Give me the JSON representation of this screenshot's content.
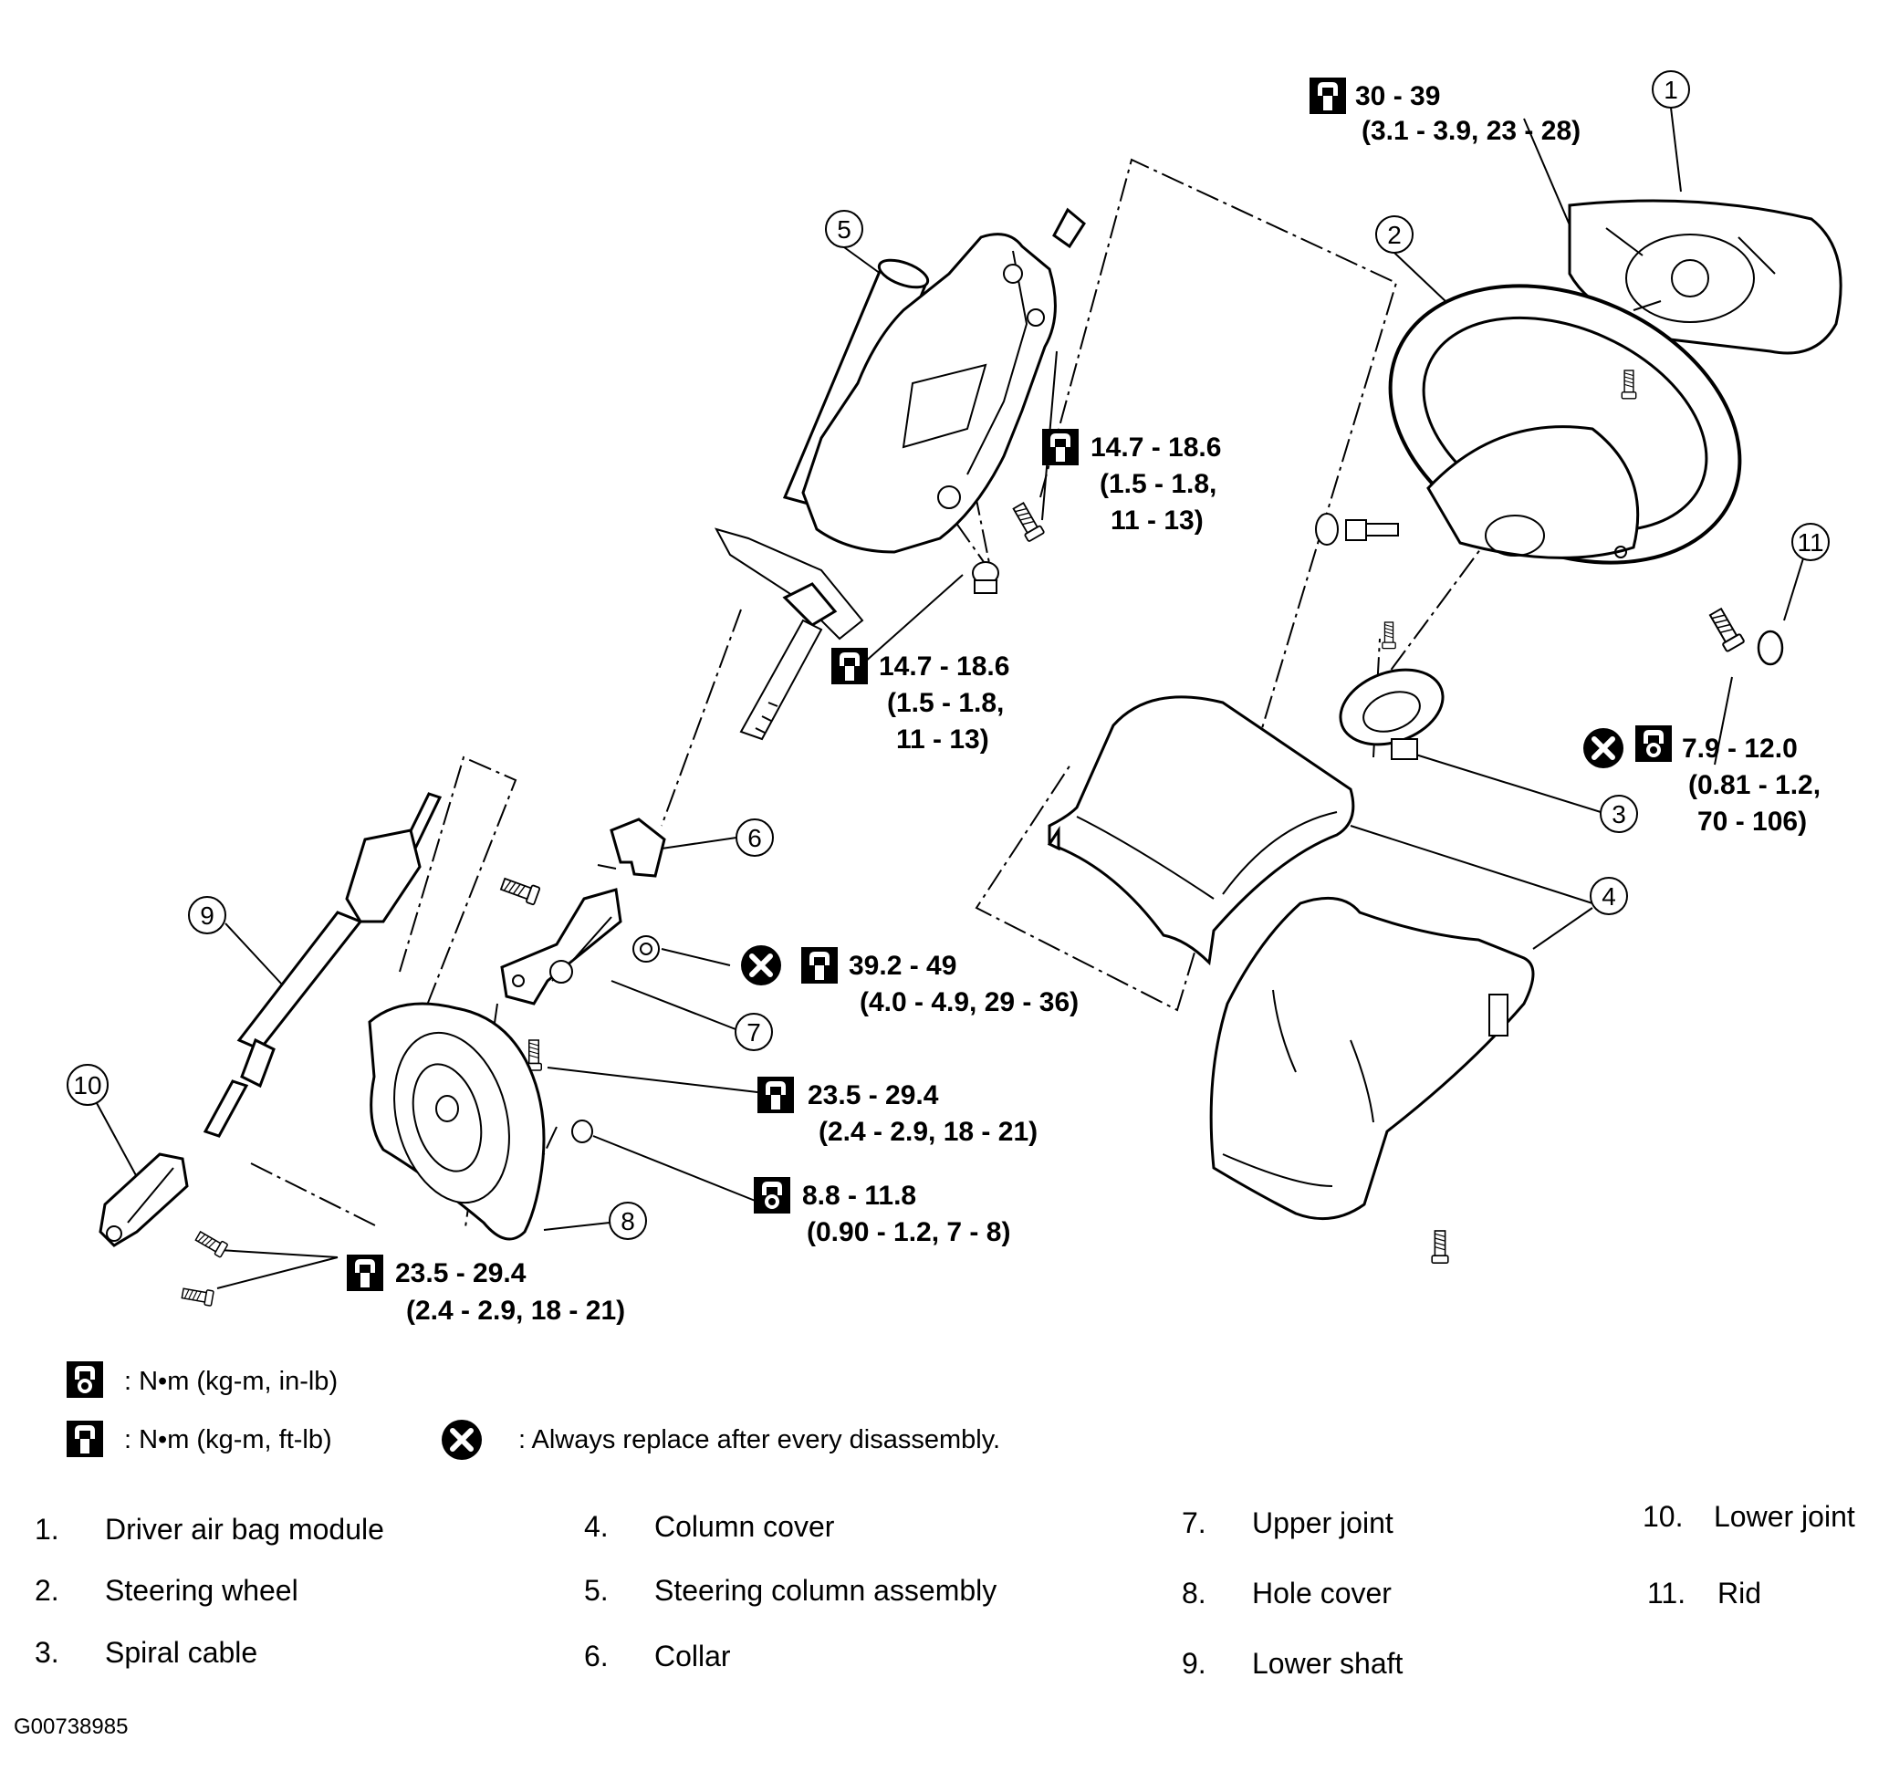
{
  "callouts": [
    "1",
    "2",
    "3",
    "4",
    "5",
    "6",
    "7",
    "8",
    "9",
    "10",
    "11"
  ],
  "torque_specs": {
    "t1": {
      "value": "30 - 39",
      "unit_line": "(3.1 - 3.9, 23 - 28)"
    },
    "t2": {
      "value": "14.7 - 18.6",
      "unit_line_1": "(1.5 - 1.8,",
      "unit_line_2": "11 - 13)"
    },
    "t3": {
      "value": "14.7 - 18.6",
      "unit_line_1": "(1.5 - 1.8,",
      "unit_line_2": "11 - 13)"
    },
    "t4": {
      "value": "7.9 - 12.0",
      "unit_line_1": "(0.81 - 1.2,",
      "unit_line_2": "70 - 106)"
    },
    "t5": {
      "value": "39.2 - 49",
      "unit_line": "(4.0 - 4.9, 29 - 36)"
    },
    "t6": {
      "value": "23.5 - 29.4",
      "unit_line": "(2.4 - 2.9, 18 - 21)"
    },
    "t7": {
      "value": "8.8 - 11.8",
      "unit_line": "(0.90 - 1.2, 7 - 8)"
    },
    "t8": {
      "value": "23.5 - 29.4",
      "unit_line": "(2.4 - 2.9, 18 - 21)"
    }
  },
  "legend": {
    "inlb": ": N•m  (kg-m,  in-lb)",
    "ftlb": ": N•m  (kg-m,  ft-lb)",
    "replace": ": Always replace after every disassembly."
  },
  "parts": [
    {
      "num": "1.",
      "name": "Driver air bag module"
    },
    {
      "num": "2.",
      "name": "Steering wheel"
    },
    {
      "num": "3.",
      "name": "Spiral cable"
    },
    {
      "num": "4.",
      "name": "Column cover"
    },
    {
      "num": "5.",
      "name": "Steering column assembly"
    },
    {
      "num": "6.",
      "name": "Collar"
    },
    {
      "num": "7.",
      "name": "Upper joint"
    },
    {
      "num": "8.",
      "name": "Hole cover"
    },
    {
      "num": "9.",
      "name": "Lower shaft"
    },
    {
      "num": "10.",
      "name": "Lower joint"
    },
    {
      "num": "11.",
      "name": "Rid"
    }
  ],
  "figure_id": "G00738985"
}
